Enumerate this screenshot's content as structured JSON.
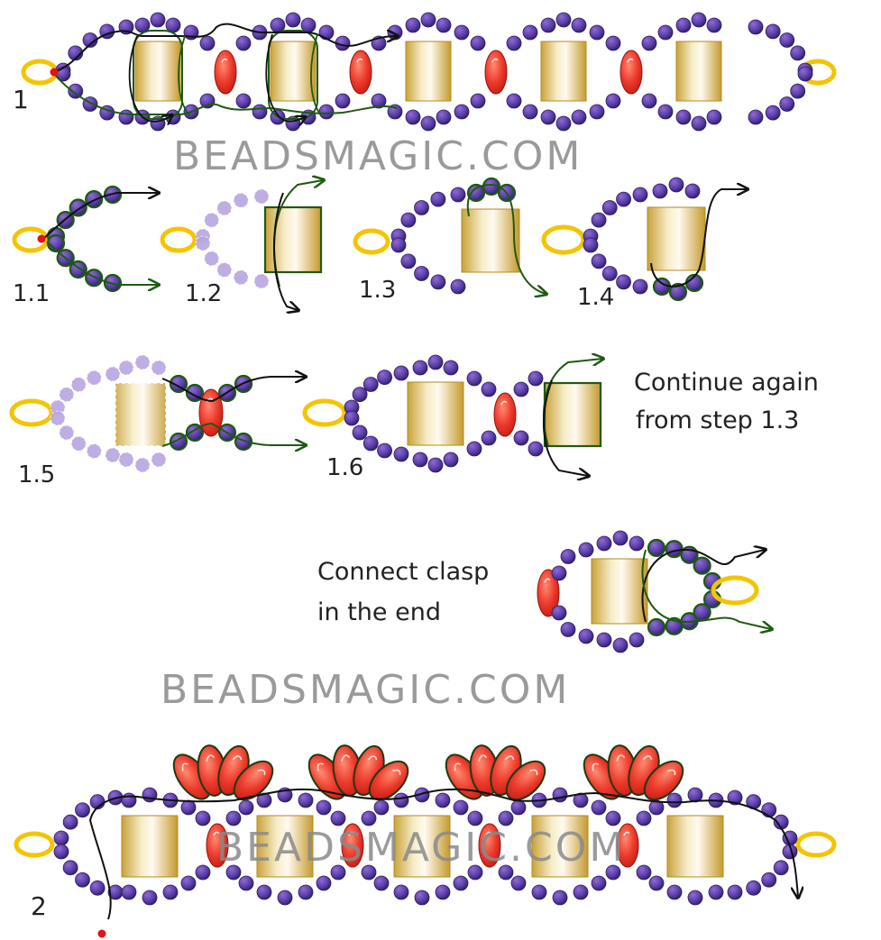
{
  "watermark": "BEADSMAGIC.COM",
  "steps": {
    "s1": "1",
    "s1_1": "1.1",
    "s1_2": "1.2",
    "s1_3": "1.3",
    "s1_4": "1.4",
    "s1_5": "1.5",
    "s1_6": "1.6",
    "s2": "2"
  },
  "notes": {
    "continue_line1": "Continue again",
    "continue_line2": "from step 1.3",
    "clasp_line1": "Connect clasp",
    "clasp_line2": "in the end"
  },
  "colors": {
    "seed_bead": "#5a3fa6",
    "seed_bead_dark": "#3a2574",
    "drop_bead": "#e8322a",
    "tube_bead": "#d8b24a",
    "ring": "#f5c400",
    "thread_black": "#111111",
    "thread_green": "#1e5a12",
    "start_dot": "#e0121a"
  }
}
